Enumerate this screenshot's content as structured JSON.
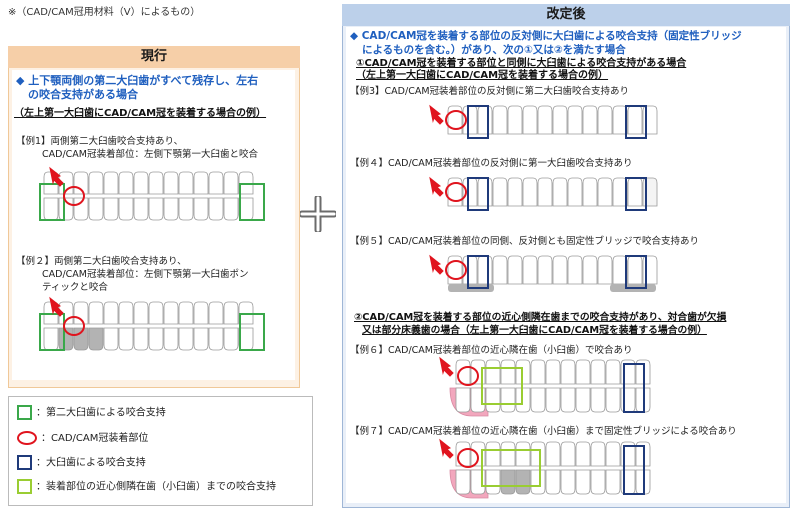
{
  "note": "※（CAD/CAM冠用材料（Ⅴ）によるもの）",
  "current": {
    "header": "現行",
    "title_line1": "◆ 上下顎両側の第二大臼歯がすべて残存し、左右",
    "title_line2": "の咬合支持がある場合",
    "subtitle": "（左上第一大臼歯にCAD/CAM冠を装着する場合の例）",
    "ex1_line1": "【例1】両側第二大臼歯咬合支持あり、",
    "ex1_line2": "CAD/CAM冠装着部位：左側下顎第一大臼歯と咬合",
    "ex2_line1": "【例２】両側第二大臼歯咬合支持あり、",
    "ex2_line2": "CAD/CAM冠装着部位：左側下顎第一大臼歯ポン",
    "ex2_line3": "ティックと咬合"
  },
  "revised": {
    "header": "改定後",
    "title_line1": "◆ CAD/CAM冠を装着する部位の反対側に大臼歯による咬合支持（固定性ブリッジ",
    "title_line2": "によるものを含む。）があり、次の①又は②を満たす場合",
    "cond1_line1": "①CAD/CAM冠を装着する部位と同側に大臼歯による咬合支持がある場合",
    "cond1_line2": "（左上第一大臼歯にCAD/CAM冠を装着する場合の例）",
    "ex3": "【例3】CAD/CAM冠装着部位の反対側に第二大臼歯咬合支持あり",
    "ex4": "【例４】CAD/CAM冠装着部位の反対側に第一大臼歯咬合支持あり",
    "ex5": "【例５】CAD/CAM冠装着部位の同側、反対側とも固定性ブリッジで咬合支持あり",
    "cond2_line1": "②CAD/CAM冠を装着する部位の近心側隣在歯までの咬合支持があり、対合歯が欠損",
    "cond2_line2": "又は部分床義歯の場合（左上第一大臼歯にCAD/CAM冠を装着する場合の例）",
    "ex6": "【例６】CAD/CAM冠装着部位の近心隣在歯（小臼歯）で咬合あり",
    "ex7": "【例７】CAD/CAM冠装着部位の近心隣在歯（小臼歯）まで固定性ブリッジによる咬合あり"
  },
  "legend": {
    "green": "：第二大臼歯による咬合支持",
    "red": "：CAD/CAM冠装着部位",
    "navy": "：大臼歯による咬合支持",
    "lime": "：装着部位の近心側隣在歯（小臼歯）までの咬合支持"
  },
  "colors": {
    "green": "#3aa84a",
    "red": "#e0141e",
    "navy": "#1f3a7a",
    "lime": "#9acd32",
    "blue_text": "#1f5fbf",
    "pink_denture": "#f2a7bd",
    "pontic_gray": "#b3b3b3"
  }
}
